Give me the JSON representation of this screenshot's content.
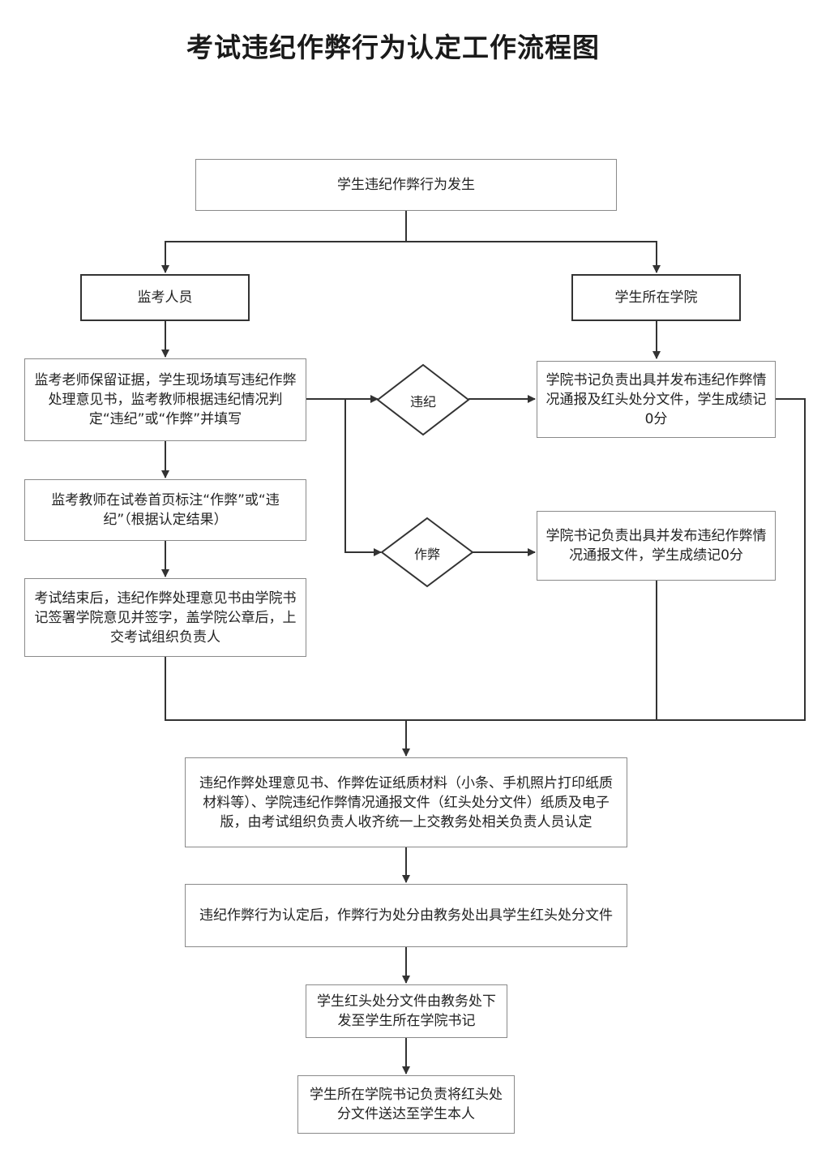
{
  "title": "考试违纪作弊行为认定工作流程图",
  "nodes": {
    "start": "学生违纪作弊行为发生",
    "invigilator": "监考人员",
    "college": "学生所在学院",
    "step_evidence": "监考老师保留证据，学生现场填写违纪作弊处理意见书，监考教师根据违纪情况判定“违纪”或“作弊”并填写",
    "step_mark": "监考教师在试卷首页标注“作弊”或“违纪”（根据认定结果）",
    "step_submit": "考试结束后，违纪作弊处理意见书由学院书记签署学院意见并签字，盖学院公章后，上交考试组织负责人",
    "decision_violation": "违纪",
    "decision_cheating": "作弊",
    "college_violation": "学院书记负责出具并发布违纪作弊情况通报及红头处分文件，学生成绩记0分",
    "college_cheating": "学院书记负责出具并发布违纪作弊情况通报文件，学生成绩记0分",
    "collect": "违纪作弊处理意见书、作弊佐证纸质材料（小条、手机照片打印纸质材料等）、学院违纪作弊情况通报文件（红头处分文件）纸质及电子版，由考试组织负责人收齐统一上交教务处相关负责人员认定",
    "after_confirm": "违纪作弊行为认定后，作弊行为处分由教务处出具学生红头处分文件",
    "distribute": "学生红头处分文件由教务处下发至学生所在学院书记",
    "deliver": "学生所在学院书记负责将红头处分文件送达至学生本人"
  }
}
